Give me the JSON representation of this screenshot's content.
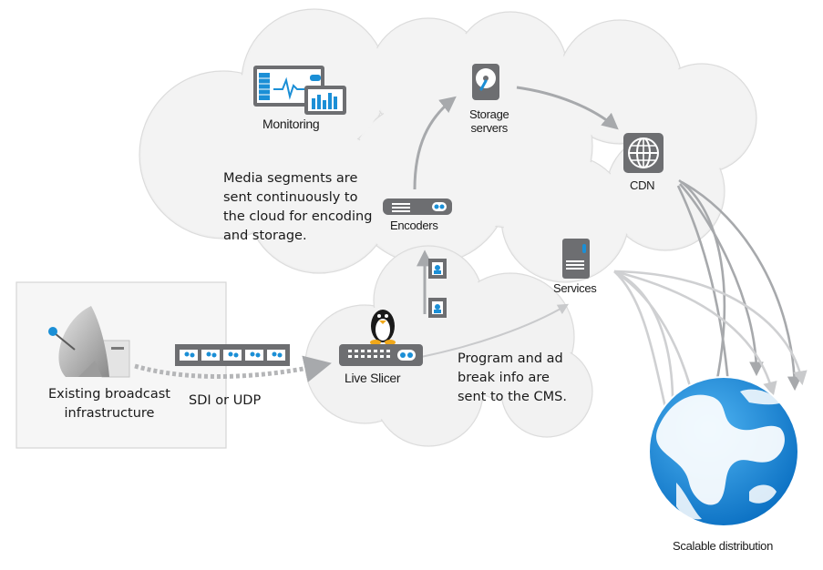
{
  "labels": {
    "monitoring": "Monitoring",
    "storage_line1": "Storage",
    "storage_line2": "servers",
    "cdn": "CDN",
    "encoders": "Encoders",
    "services": "Services",
    "live_slicer": "Live Slicer",
    "broadcast_line1": "Existing broadcast",
    "broadcast_line2": "infrastructure",
    "sdi_udp": "SDI or UDP",
    "scalable_distribution": "Scalable distribution"
  },
  "notes": {
    "media_segments": [
      "Media segments are",
      "sent continuously to",
      "the cloud for encoding",
      "and storage."
    ],
    "program_info": [
      "Program and ad",
      "break info are",
      "sent to the CMS."
    ]
  },
  "colors": {
    "cloud_fill": "#f4f4f4",
    "cloud_stroke": "#d9d9d9",
    "icon_gray": "#6d6e71",
    "accent_blue": "#1b8fd6",
    "arrow_gray": "#a7a9ac",
    "globe_ocean": "#1e90e0"
  },
  "icons": [
    "monitoring-dashboard-icon",
    "storage-disk-icon",
    "cdn-globe-icon",
    "encoder-device-icon",
    "services-server-icon",
    "live-slicer-device-icon",
    "linux-penguin-icon",
    "satellite-dish-icon",
    "film-strip-icon",
    "media-segment-icon",
    "earth-globe-icon"
  ]
}
